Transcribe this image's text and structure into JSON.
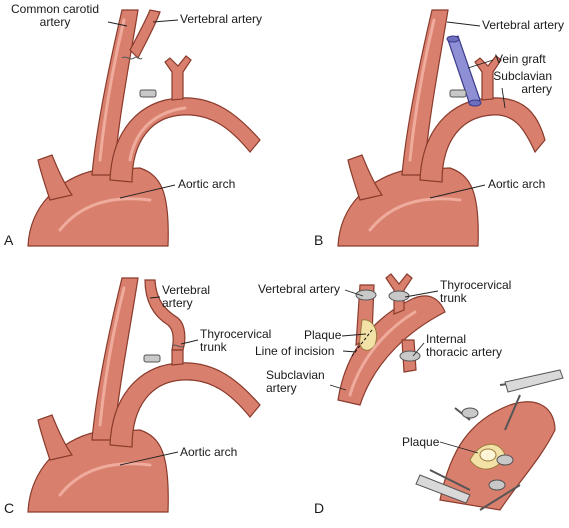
{
  "panels": {
    "A": {
      "letter": "A",
      "common_carotid": "Common carotid\nartery",
      "vertebral": "Vertebral artery",
      "aortic_arch": "Aortic arch"
    },
    "B": {
      "letter": "B",
      "vertebral": "Vertebral artery",
      "vein_graft": "Vein graft",
      "subclavian": "Subclavian\nartery",
      "aortic_arch": "Aortic arch"
    },
    "C": {
      "letter": "C",
      "vertebral": "Vertebral\nartery",
      "thyrocervical": "Thyrocervical\ntrunk",
      "aortic_arch": "Aortic arch"
    },
    "D": {
      "letter": "D",
      "vertebral": "Vertebral artery",
      "thyrocervical": "Thyrocervical\ntrunk",
      "plaque": "Plaque",
      "line_of_incision": "Line of incision",
      "internal_thoracic": "Internal\nthoracic artery",
      "subclavian": "Subclavian\nartery",
      "plaque_inset": "Plaque"
    }
  },
  "colors": {
    "artery": "#d97f6e",
    "artery_edge": "#8a3b2c",
    "vein_graft": "#8f8fd6",
    "plaque": "#f3e2a8",
    "clip": "#c8c8c8"
  }
}
